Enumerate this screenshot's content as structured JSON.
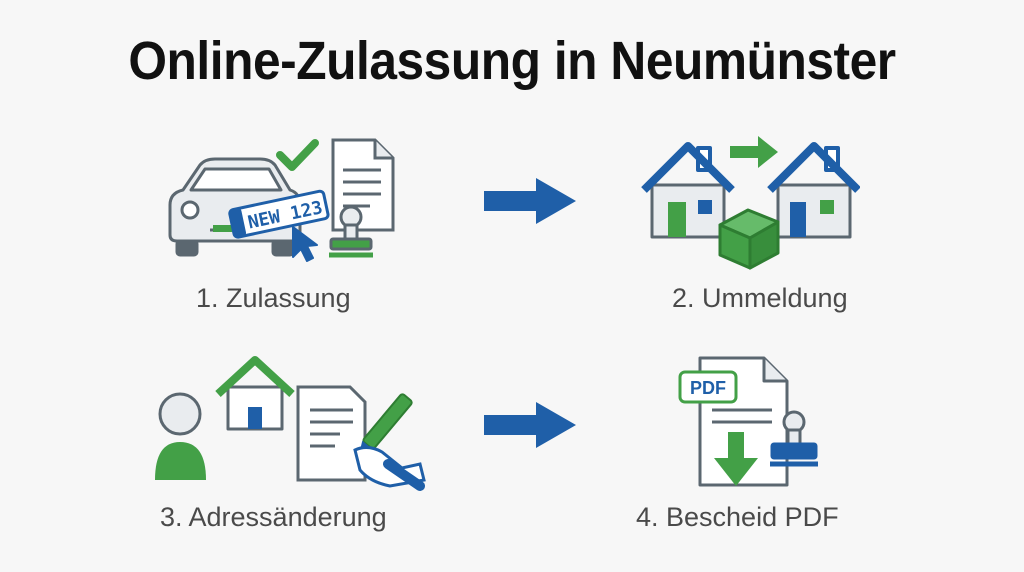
{
  "title": "Online-Zulassung in Neumünster",
  "steps": [
    {
      "label": "1. Zulassung",
      "plate_text": "NEW 123"
    },
    {
      "label": "2. Ummeldung"
    },
    {
      "label": "3. Adressänderung"
    },
    {
      "label": "4. Bescheid PDF",
      "badge_text": "PDF"
    }
  ],
  "colors": {
    "blue": "#1f5fa8",
    "green": "#43a047",
    "gray": "#5b6770",
    "light": "#e9ecef"
  }
}
